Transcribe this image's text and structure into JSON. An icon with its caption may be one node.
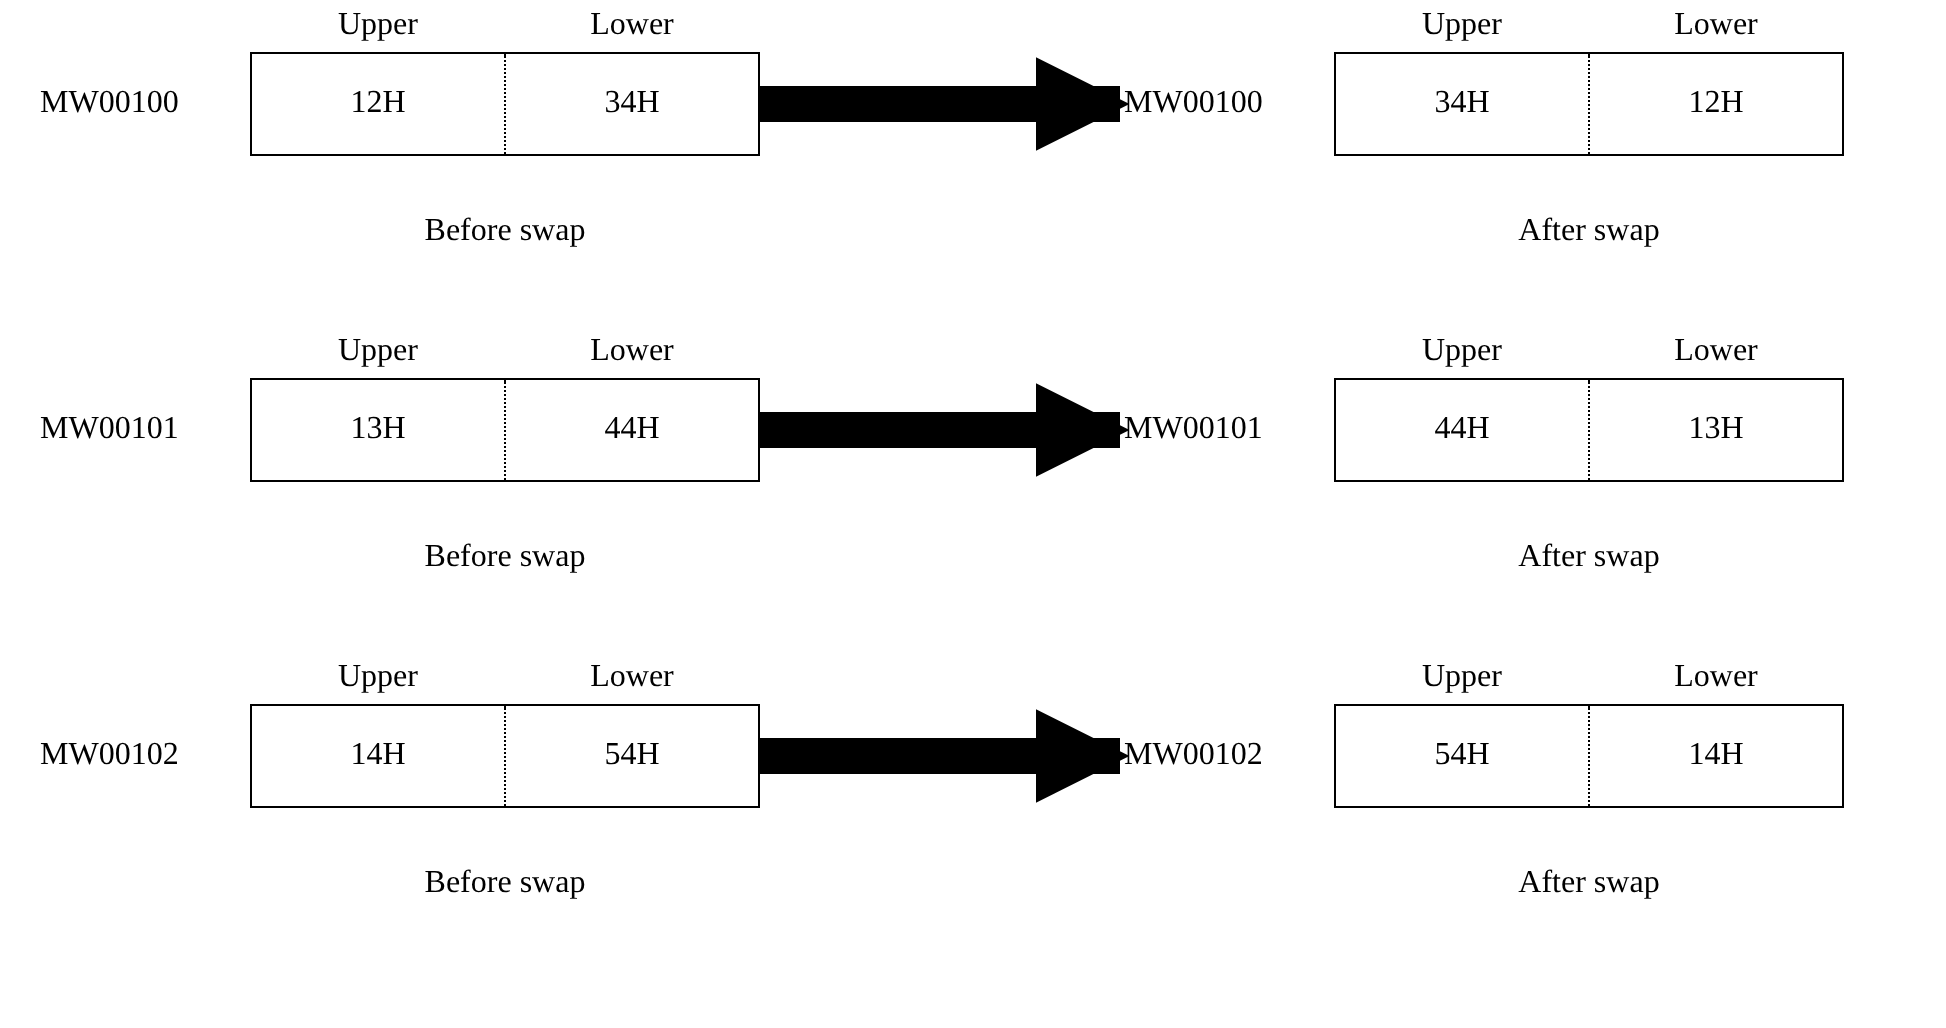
{
  "diagram": {
    "nodes": [
      {
        "text": [
          "MW00100"
        ],
        "beside": [
          "Before swap"
        ]
      },
      {
        "text": [
          "12H"
        ],
        "in": 0,
        "beside": [
          "Upper"
        ]
      },
      {
        "text": [
          "34H"
        ],
        "in": 0,
        "beside": [
          "Lower"
        ]
      },
      {
        "text": [
          "MW00100"
        ],
        "beside": [
          "After swap"
        ]
      },
      {
        "text": [
          "34H"
        ],
        "in": 3,
        "beside": [
          "Upper"
        ]
      },
      {
        "text": [
          "12H"
        ],
        "in": 3,
        "beside": [
          "Lower"
        ]
      },
      {
        "text": [
          "MW00101"
        ],
        "beside": [
          "Before swap"
        ]
      },
      {
        "text": [
          "13H"
        ],
        "in": 6,
        "beside": [
          "Upper"
        ]
      },
      {
        "text": [
          "44H"
        ],
        "in": 6,
        "beside": [
          "Lower"
        ]
      },
      {
        "text": [
          "MW00101"
        ],
        "beside": [
          "After swap"
        ]
      },
      {
        "text": [
          "44H"
        ],
        "in": 9,
        "beside": [
          "Upper"
        ]
      },
      {
        "text": [
          "13H"
        ],
        "in": 9,
        "beside": [
          "Lower"
        ]
      },
      {
        "text": [
          "MW00102"
        ],
        "beside": [
          "Before swap"
        ]
      },
      {
        "text": [
          "14H"
        ],
        "in": 12,
        "beside": [
          "Upper"
        ]
      },
      {
        "text": [
          "54H"
        ],
        "in": 12,
        "beside": [
          "Lower"
        ]
      },
      {
        "text": [
          "MW00102"
        ],
        "beside": [
          "After swap"
        ]
      },
      {
        "text": [
          "54H"
        ],
        "in": 15,
        "beside": [
          "Upper"
        ]
      },
      {
        "text": [
          "14H"
        ],
        "in": 15,
        "beside": [
          "Lower"
        ]
      }
    ],
    "edges": [
      {
        "from": 0,
        "to": 3,
        "arrow": "to"
      },
      {
        "from": 6,
        "to": 9,
        "arrow": "to"
      },
      {
        "from": 12,
        "to": 15,
        "arrow": "to"
      }
    ]
  }
}
